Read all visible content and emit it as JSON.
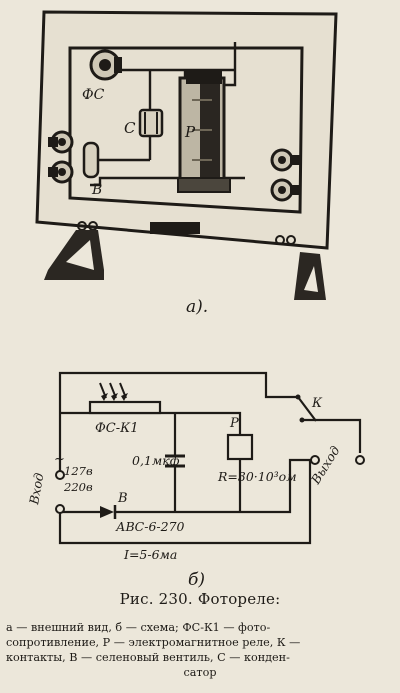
{
  "fig_a": {
    "label_fs": "ФС",
    "label_c": "С",
    "label_p": "Р",
    "label_b": "В",
    "sublabel": "а)."
  },
  "fig_b": {
    "label_fsk1": "ФС-К1",
    "label_p": "Р",
    "label_k": "К",
    "label_cap": "0,1мкф",
    "label_r": "R=30·10³ом",
    "label_v127": "127в",
    "label_v220": "220в",
    "label_tilde": "~",
    "label_in": "Вход",
    "label_out": "Выход",
    "label_b": "В",
    "label_abc": "АВС-6-270",
    "label_i": "I=5-6ма",
    "sublabel": "б)"
  },
  "caption": {
    "title": "Рис. 230. Фотореле:",
    "line1": "а — внешний вид, б — схема; ФС-К1 — фото-",
    "line2": "сопротивление, Р — электромагнитное реле, К —",
    "line3": "контакты, В — селеновый вентиль, С — конден-",
    "line4": "сатор"
  }
}
